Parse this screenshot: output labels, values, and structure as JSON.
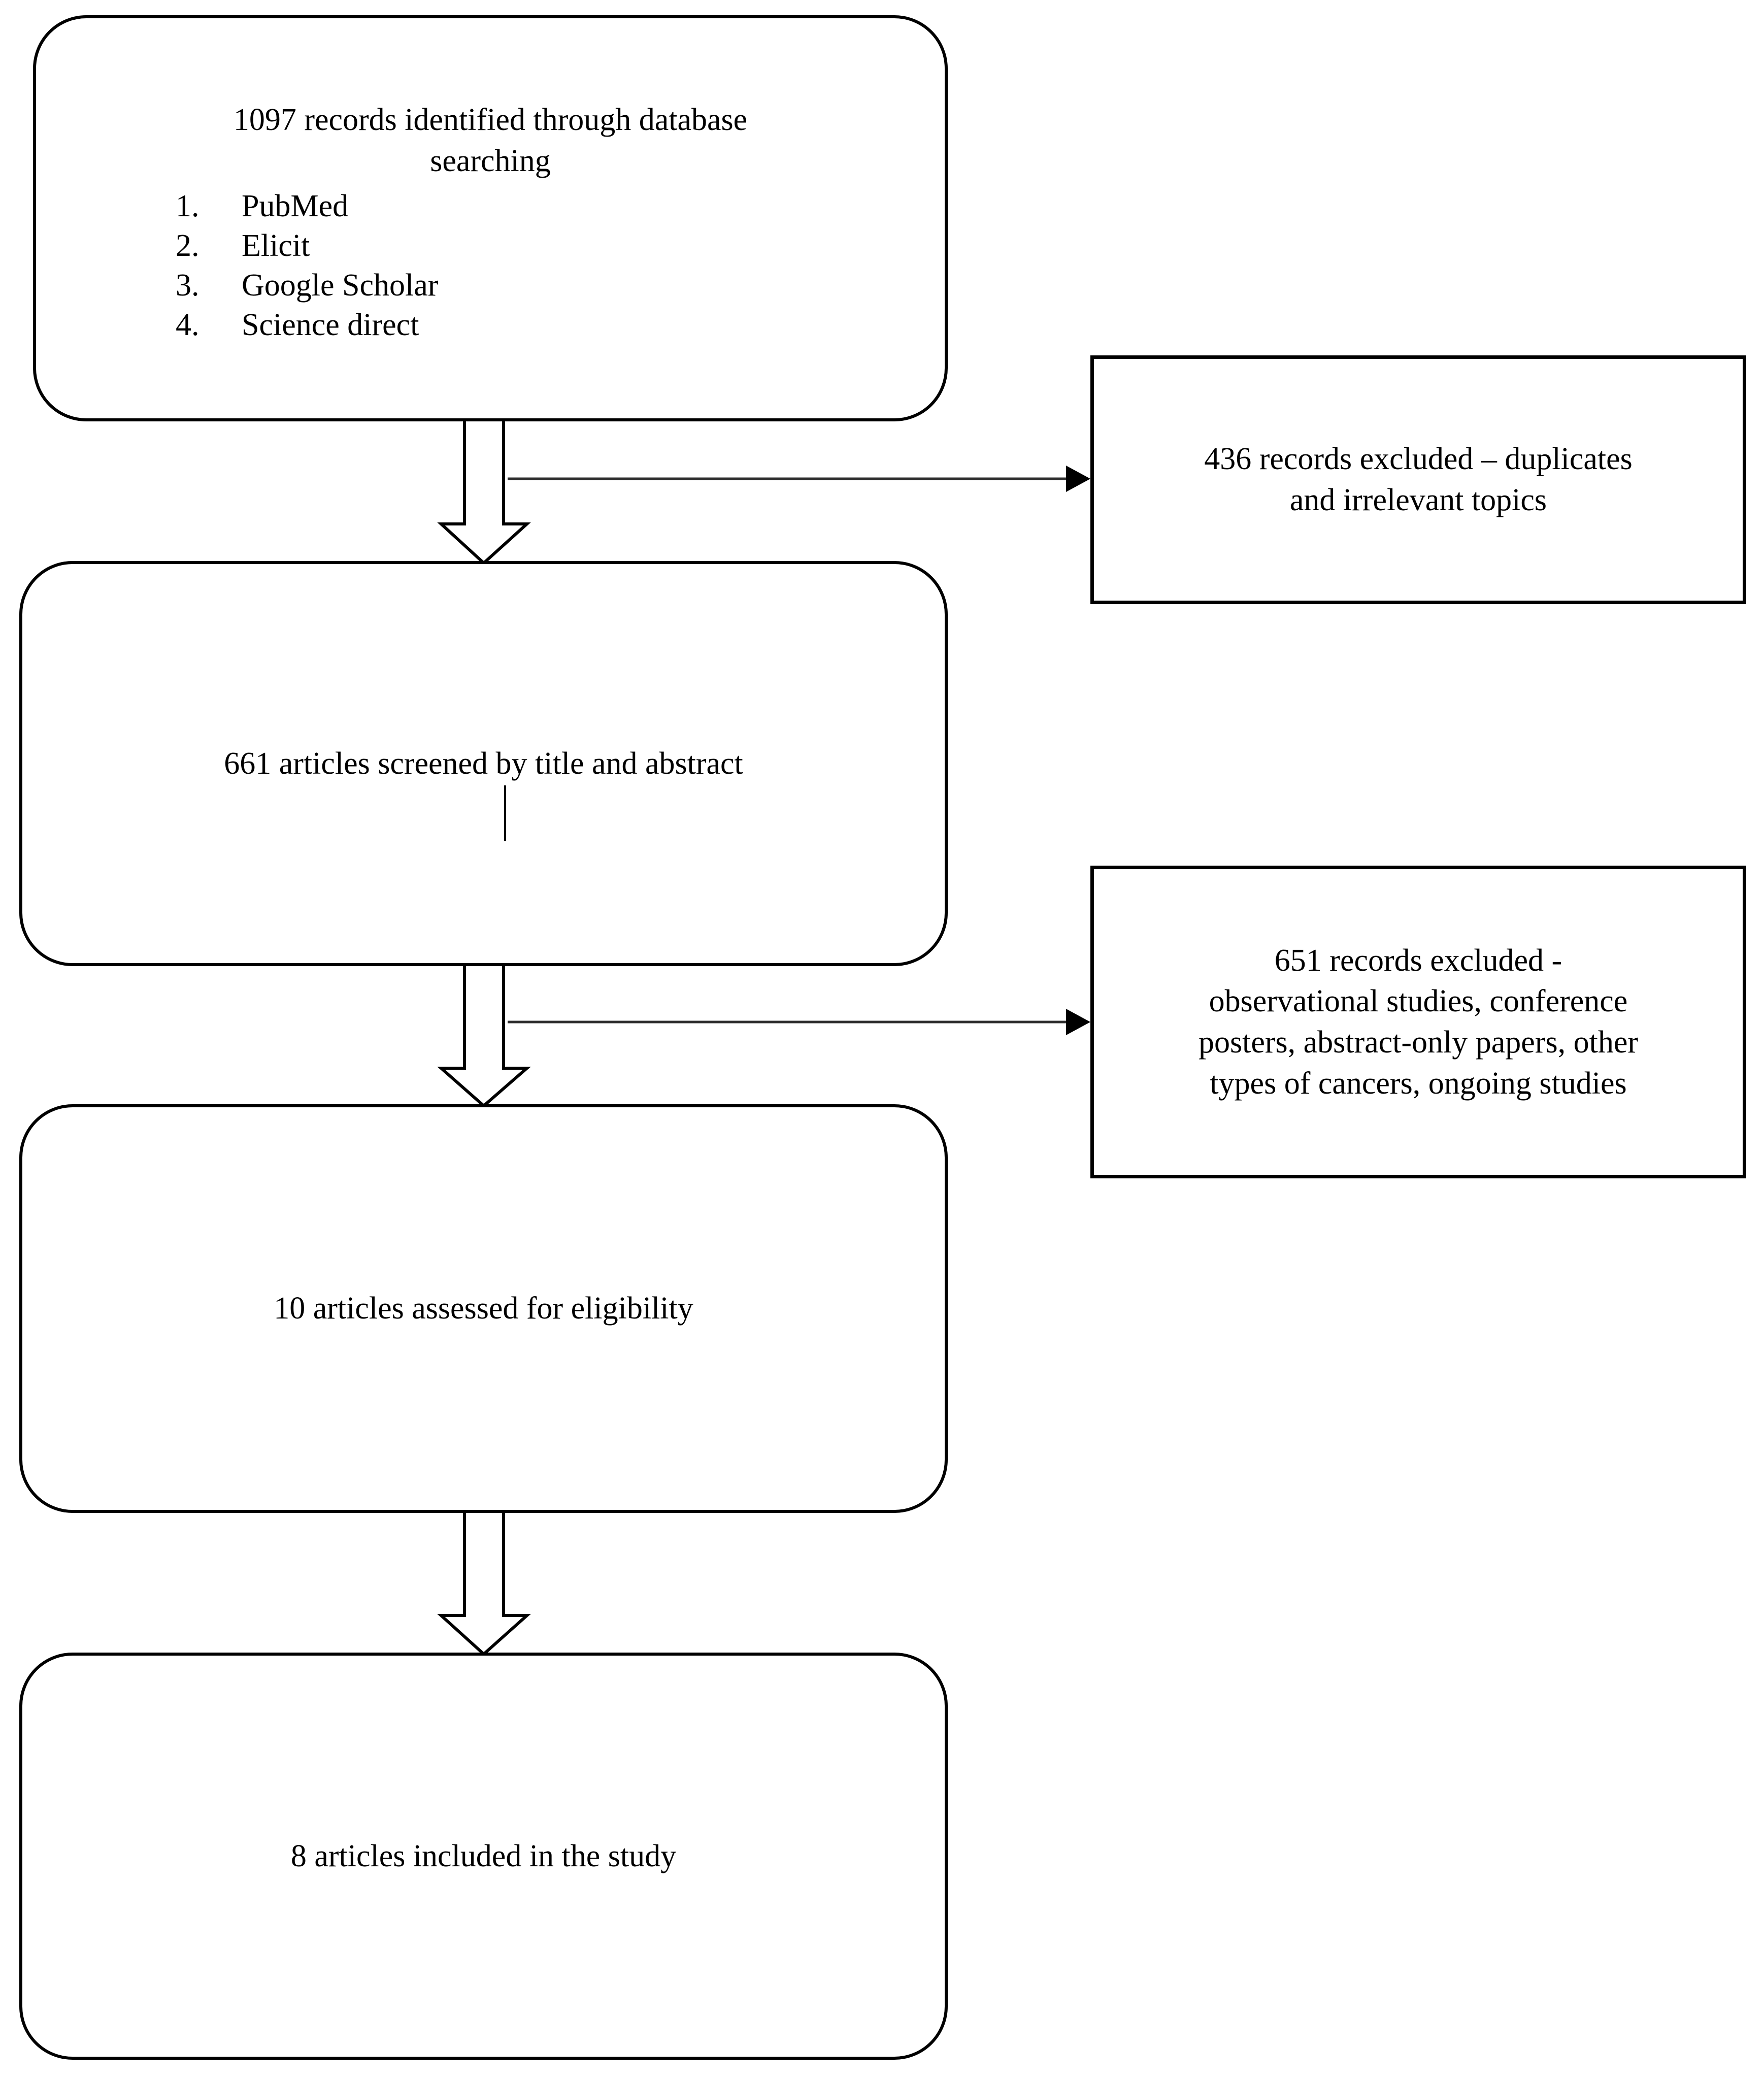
{
  "flow": {
    "identified": {
      "title": "1097 records identified through database\nsearching",
      "sources": [
        {
          "num": "1.",
          "label": "PubMed"
        },
        {
          "num": "2.",
          "label": "Elicit"
        },
        {
          "num": "3.",
          "label": "Google Scholar"
        },
        {
          "num": "4.",
          "label": "Science direct"
        }
      ]
    },
    "screened": {
      "text": "661 articles screened by title and abstract"
    },
    "assessed": {
      "text": "10 articles assessed for eligibility"
    },
    "included": {
      "text": "8 articles included in the study"
    },
    "excluded_duplicates": {
      "text": "436 records excluded – duplicates\nand irrelevant topics"
    },
    "excluded_criteria": {
      "text": "651 records excluded -\nobservational studies, conference\nposters, abstract-only papers, other\ntypes of cancers, ongoing studies"
    }
  },
  "colors": {
    "ink": "#000000",
    "thin_arrow": "#2e2e2e",
    "background": "#ffffff"
  }
}
